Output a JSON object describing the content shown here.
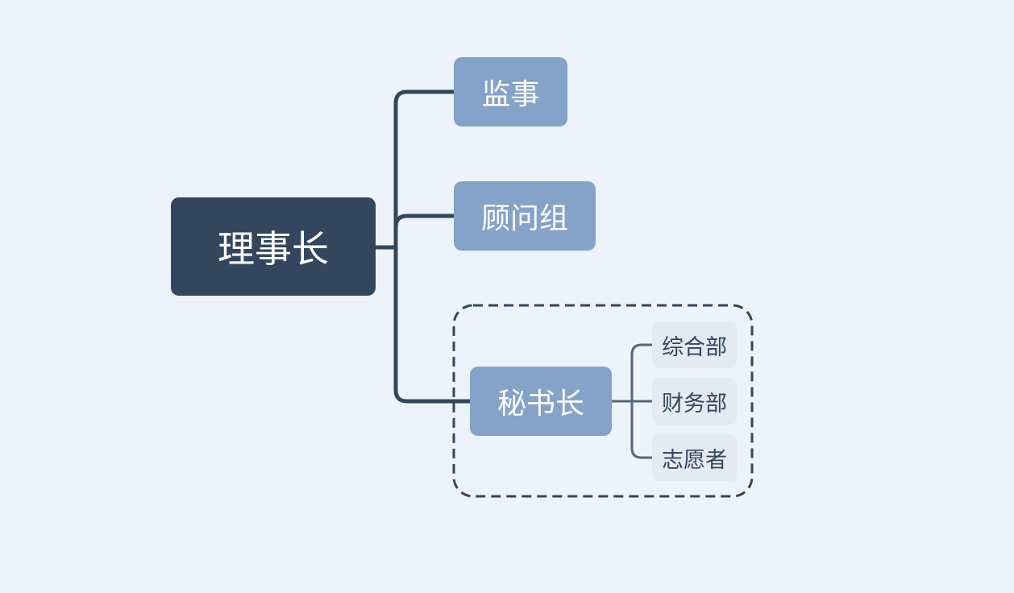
{
  "diagram": {
    "root": {
      "label": "理事长"
    },
    "branches": [
      {
        "label": "监事"
      },
      {
        "label": "顾问组"
      },
      {
        "label": "秘书长",
        "grouped": true,
        "children": [
          {
            "label": "综合部"
          },
          {
            "label": "财务部"
          },
          {
            "label": "志愿者"
          }
        ]
      }
    ]
  },
  "colors": {
    "background": "#ecf3fa",
    "root_fill": "#34465e",
    "branch_fill": "#85a2c9",
    "leaf_fill": "#e4eaf1",
    "connector": "#34465e",
    "sub_connector": "#56657c"
  }
}
